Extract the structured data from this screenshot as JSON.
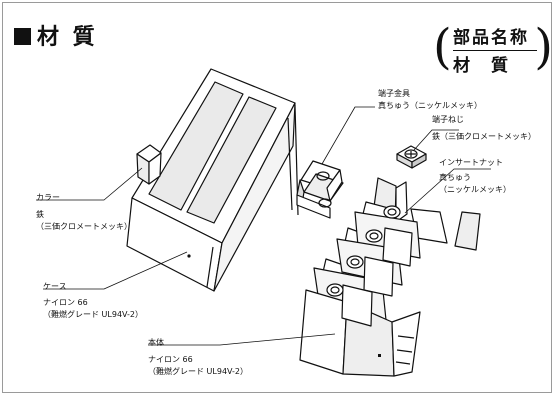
{
  "title": "材 質",
  "legend": {
    "part": "部品名称",
    "material": "材　質"
  },
  "labels": {
    "terminal_fitting": {
      "name": "端子金具",
      "material": "真ちゅう（ニッケルメッキ）"
    },
    "terminal_screw": {
      "name": "端子ねじ",
      "material": "鉄（三価クロメートメッキ）"
    },
    "insert_nut": {
      "name": "インサートナット",
      "material_1": "真ちゅう",
      "material_2": "（ニッケルメッキ）"
    },
    "collar": {
      "name": "カラー",
      "material_1": "鉄",
      "material_2": "（三価クロメートメッキ）"
    },
    "case": {
      "name": "ケース",
      "material_1": "ナイロン 66",
      "material_2": "（難燃グレード UL94V-2）"
    },
    "body": {
      "name": "本体",
      "material_1": "ナイロン 66",
      "material_2": "（難燃グレード UL94V-2）"
    }
  }
}
